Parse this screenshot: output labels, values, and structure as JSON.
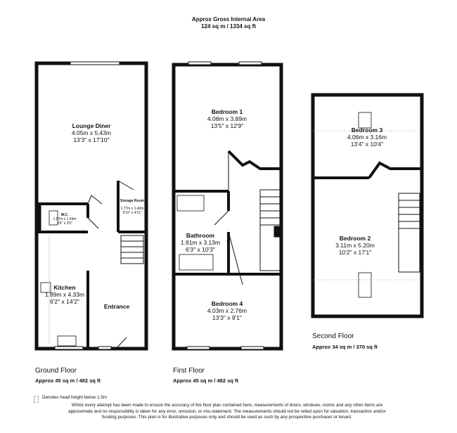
{
  "header": {
    "line1": "Approx Gross Internal Area",
    "line2": "124 sq m / 1334 sq ft"
  },
  "floors": [
    {
      "name": "Ground Floor",
      "area": "Approx 45 sq m / 482 sq ft",
      "rooms": [
        {
          "name": "Lounge Diner",
          "metric": "4.05m x 5.43m",
          "imperial": "13'3\" x 17'10\""
        },
        {
          "name": "W.C.",
          "metric": "1.67m x 1.04m",
          "imperial": "5'6\" x 3'5\""
        },
        {
          "name": "Storage Room",
          "metric": "1.77m x 1.49m",
          "imperial": "5'10\" x 4'11\""
        },
        {
          "name": "Kitchen",
          "metric": "1.89m x 4.33m",
          "imperial": "6'2\" x 14'2\""
        },
        {
          "name": "Entrance"
        }
      ]
    },
    {
      "name": "First Floor",
      "area": "Approx 45 sq m / 482 sq ft",
      "rooms": [
        {
          "name": "Bedroom 1",
          "metric": "4.08m x 3.89m",
          "imperial": "13'5\" x 12'9\""
        },
        {
          "name": "Bathroom",
          "metric": "1.91m x 3.13m",
          "imperial": "6'3\" x 10'3\""
        },
        {
          "name": "Bedroom 4",
          "metric": "4.03m x 2.76m",
          "imperial": "13'3\" x 9'1\""
        }
      ]
    },
    {
      "name": "Second Floor",
      "area": "Approx 34 sq m / 370 sq ft",
      "rooms": [
        {
          "name": "Bedroom 3",
          "metric": "4.06m x 3.16m",
          "imperial": "13'4\" x 10'4\""
        },
        {
          "name": "Bedroom 2",
          "metric": "3.11m x 5.20m",
          "imperial": "10'2\" x 17'1\""
        }
      ]
    }
  ],
  "legend": {
    "note": "Denotes head height below 1.5m"
  },
  "disclaimer": "Whilst every attempt has been made to ensure the accuracy of the floor plan contained here, measurements of doors, windows, rooms and any other items are approximate and no responsibility is taken for any error, omission, or mis-statement. The measurements should not be relied upon for valuation, transaction and/or funding purposes. This plan is for illustrative purposes only and should be used as such by any prospective purchaser or tenant.",
  "colors": {
    "wall": "#111111",
    "line": "#777777"
  }
}
